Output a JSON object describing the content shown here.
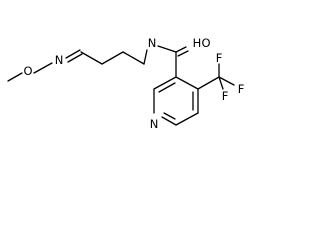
{
  "molecule": {
    "atoms": {
      "methoxy_oxygen": "O",
      "oxime_nitrogen": "N",
      "amide_nitrogen": "N",
      "amide_hydrogen": "H",
      "carbonyl_oxygen": "O",
      "pyridine_nitrogen": "N",
      "fluorine_top": "F",
      "fluorine_right": "F",
      "fluorine_bottom": "F"
    }
  }
}
